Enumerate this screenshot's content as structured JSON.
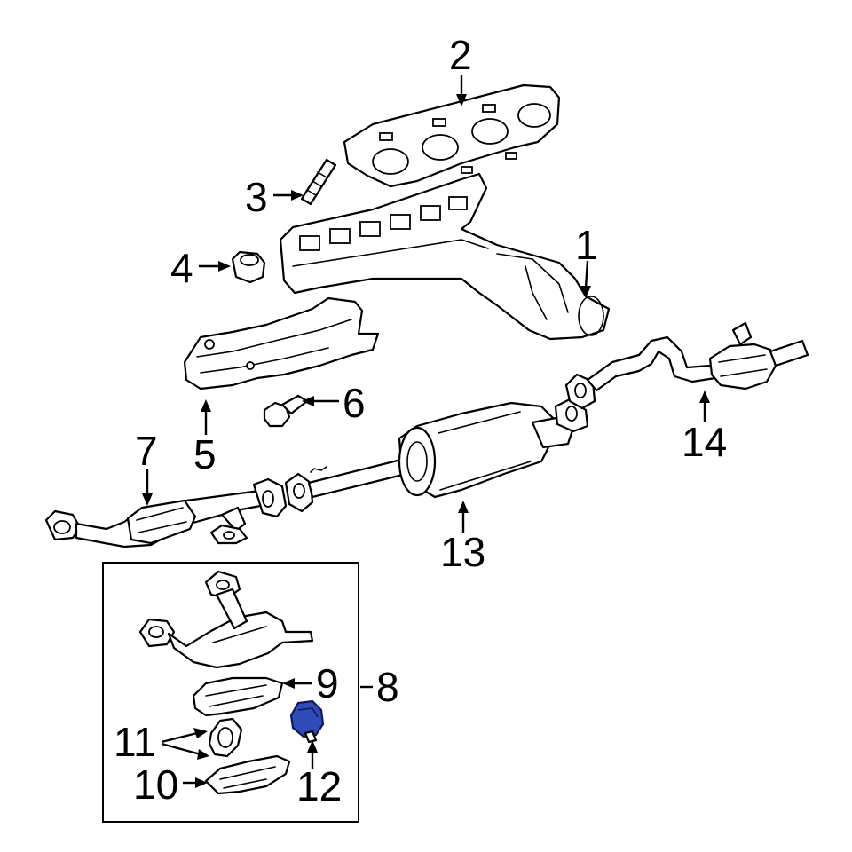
{
  "diagram": {
    "callouts": {
      "c1": "1",
      "c2": "2",
      "c3": "3",
      "c4": "4",
      "c5": "5",
      "c6": "6",
      "c7": "7",
      "c8": "8",
      "c9": "9",
      "c10": "10",
      "c11": "11",
      "c12": "12",
      "c13": "13",
      "c14": "14"
    },
    "highlight_color": "#2e4bb8",
    "highlighted_part": "12"
  }
}
